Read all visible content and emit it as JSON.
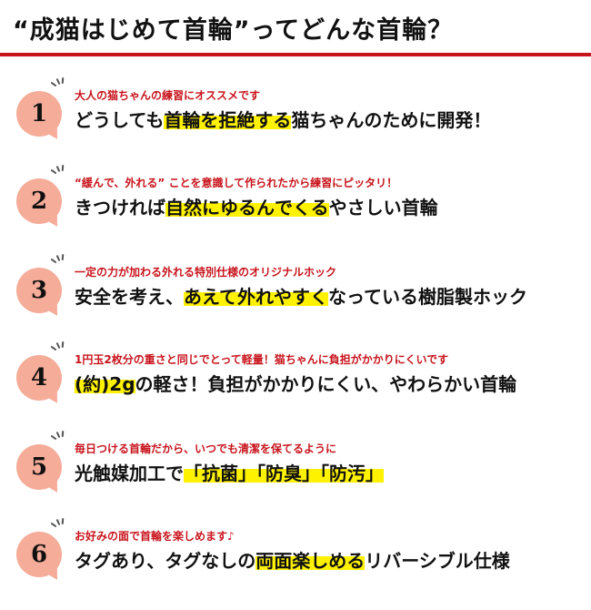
{
  "title": "“成猫はじめて首輪”ってどんな首輪？",
  "accent_color": "#c8141c",
  "badge_color": "#f5ac99",
  "highlight_color": "#fff200",
  "items": [
    {
      "number": "1",
      "subtitle": "大人の猫ちゃんの練習にオススメです",
      "main_before": "どうしても",
      "main_highlight": "首輪を拒絶する",
      "main_after": "猫ちゃんのために開発！"
    },
    {
      "number": "2",
      "subtitle": "“緩んで、外れる” ことを意識して作られたから練習にピッタリ！",
      "main_before": "きつければ",
      "main_highlight": "自然にゆるんでくる",
      "main_after": "やさしい首輪"
    },
    {
      "number": "3",
      "subtitle": "一定の力が加わる外れる特別仕様のオリジナルホック",
      "main_before": "安全を考え、",
      "main_highlight": "あえて外れやすく",
      "main_after": "なっている樹脂製ホック"
    },
    {
      "number": "4",
      "subtitle": "1円玉2枚分の重さと同じでとって軽量！猫ちゃんに負担がかかりにくいです",
      "main_before": "",
      "main_highlight": "(約)2g",
      "main_after": "の軽さ！負担がかかりにくい、やわらかい首輪"
    },
    {
      "number": "5",
      "subtitle": "毎日つける首輪だから、いつでも清潔を保てるように",
      "main_before": "光触媒加工で",
      "main_highlight": "「抗菌」「防臭」「防汚」",
      "main_after": ""
    },
    {
      "number": "6",
      "subtitle": "お好みの面で首輪を楽しめます♪",
      "main_before": "タグあり、タグなしの",
      "main_highlight": "両面楽しめる",
      "main_after": "リバーシブル仕様"
    }
  ]
}
